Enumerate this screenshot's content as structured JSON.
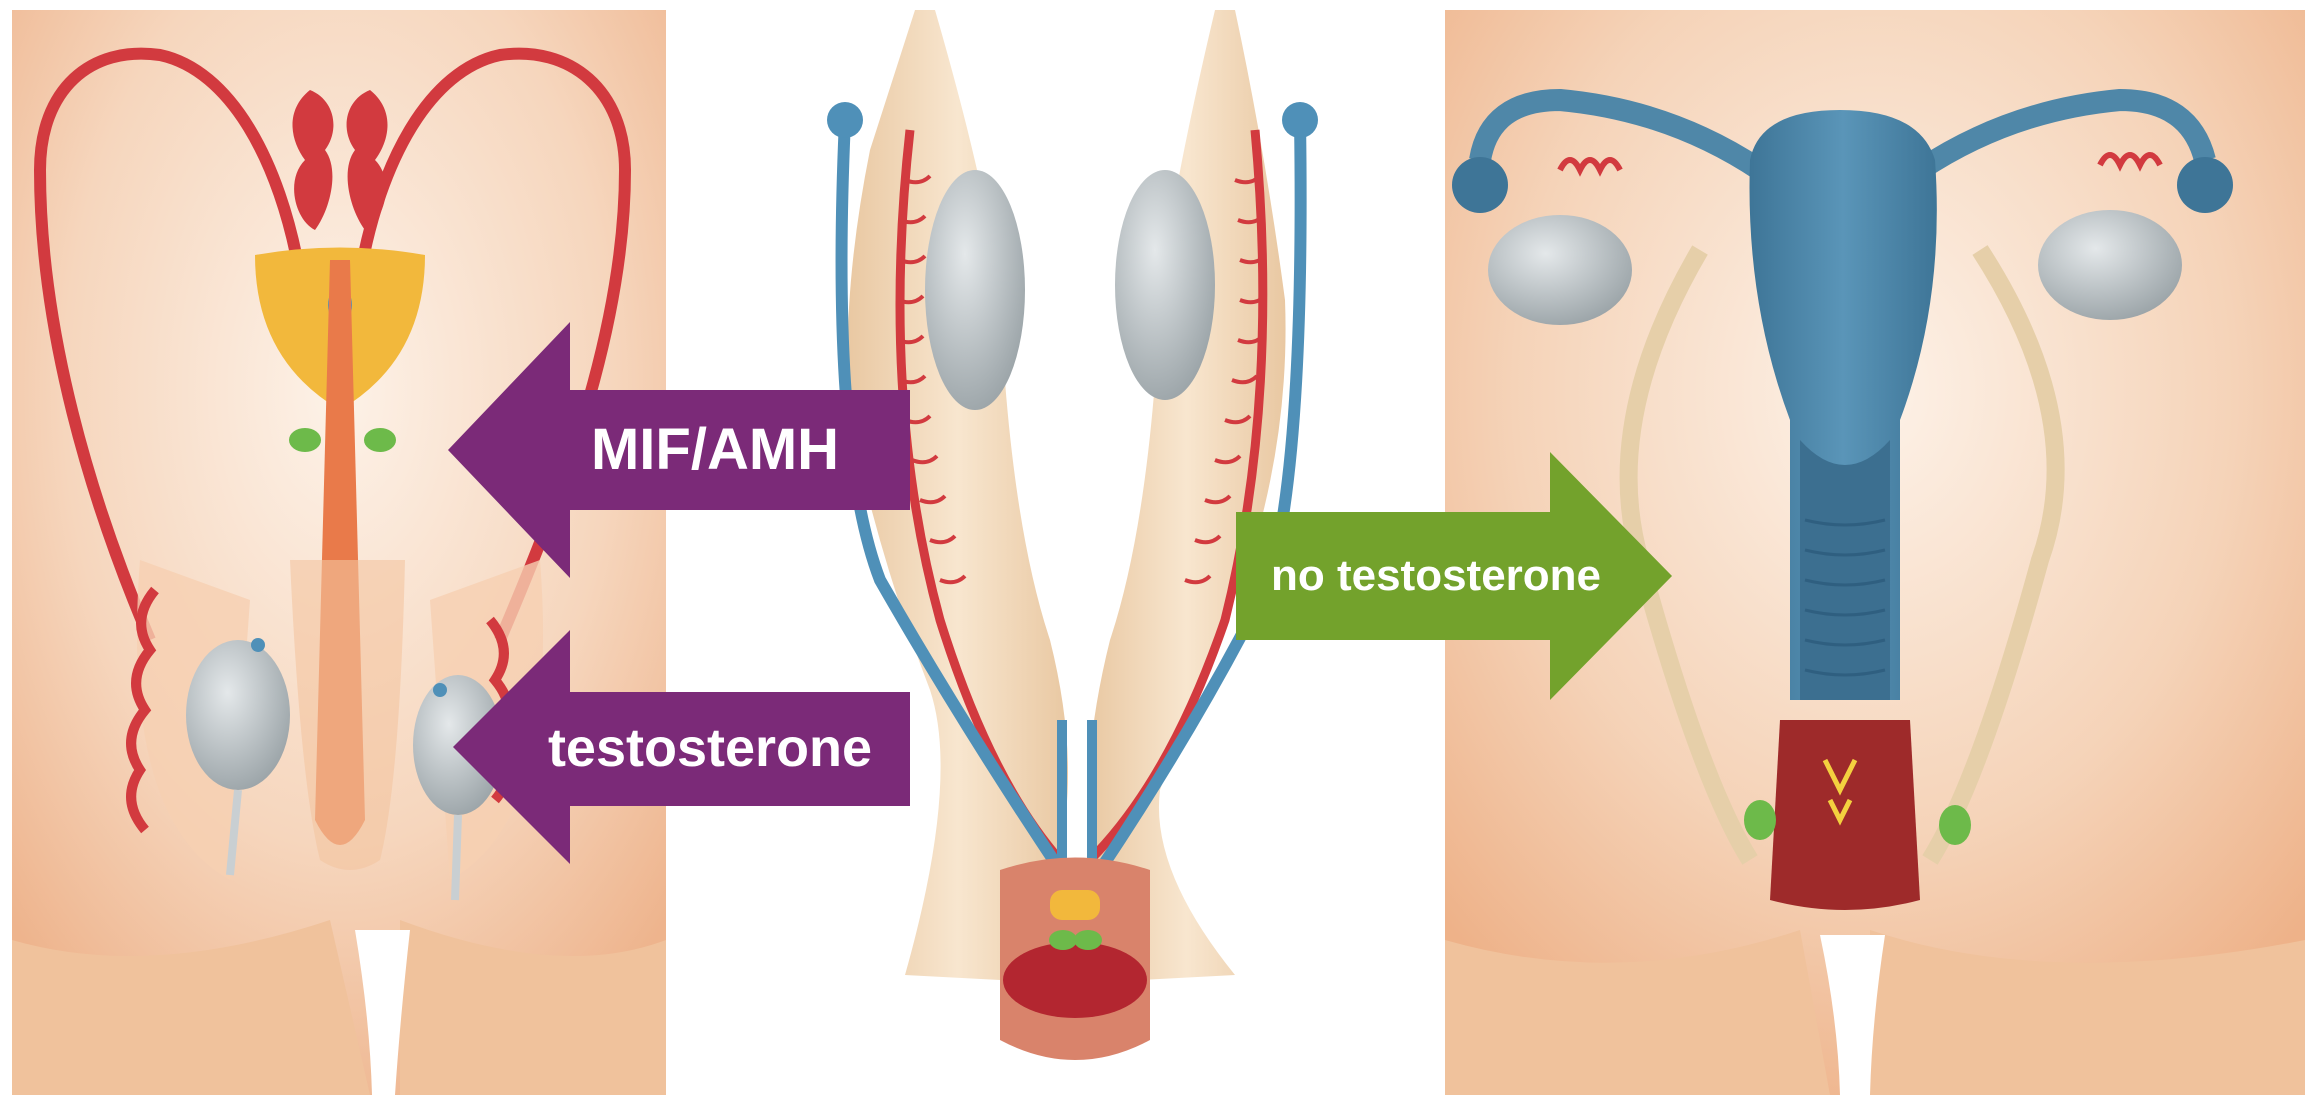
{
  "arrows": {
    "mif_amh": {
      "label": "MIF/AMH",
      "color": "#7b2a78"
    },
    "testosterone": {
      "label": "testosterone",
      "color": "#7b2a78"
    },
    "no_testosterone": {
      "label": "no testosterone",
      "color": "#73a22c"
    }
  },
  "colors": {
    "skin": "#f3c9a6",
    "artery": "#d23a3f",
    "vein": "#4f90b8",
    "gonad": "#b9c0c3",
    "uterus": "#4f87a8",
    "prostate": "#f2b83c",
    "gland_green": "#6dba4a"
  }
}
